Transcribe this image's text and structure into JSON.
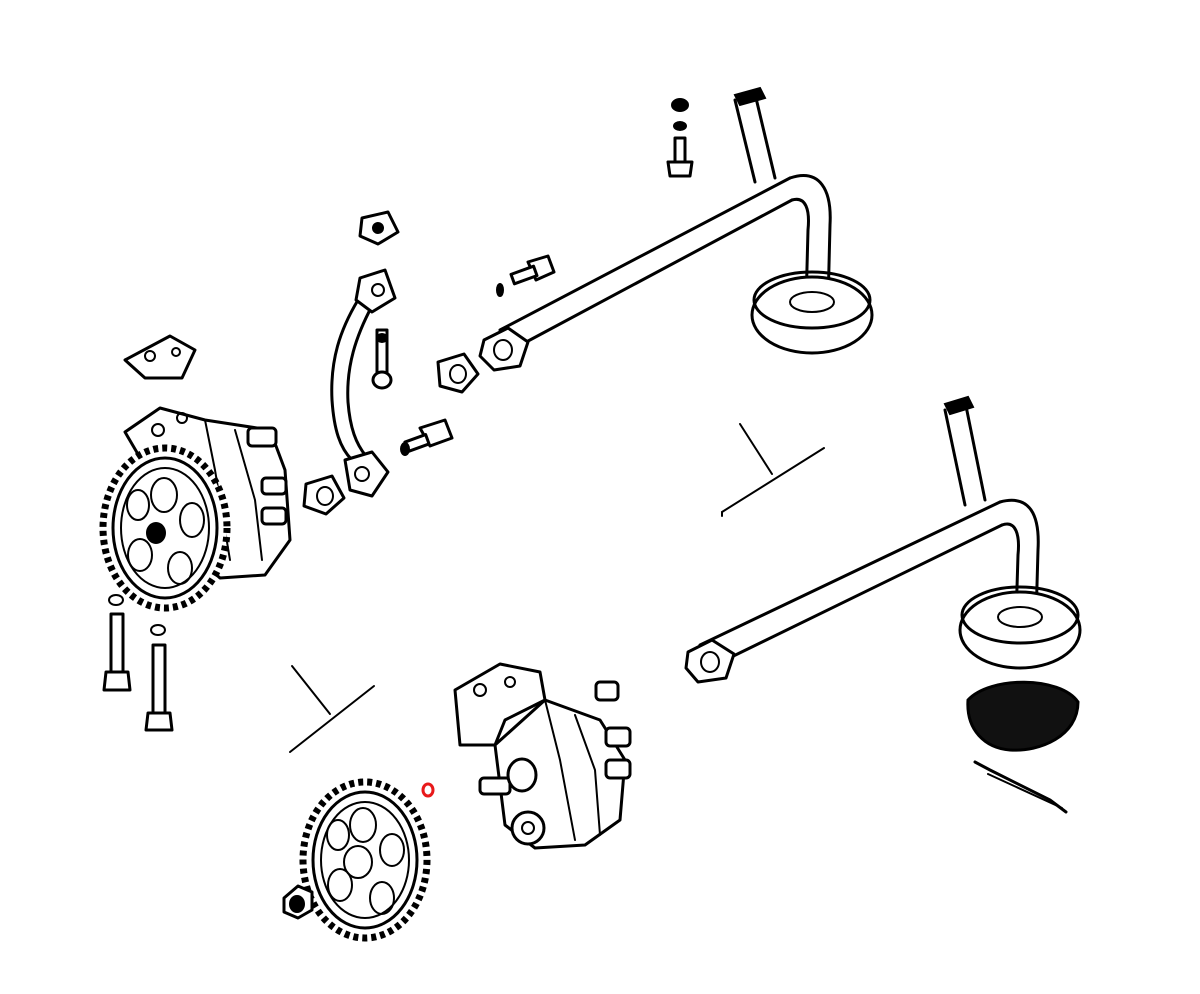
{
  "diagram": {
    "kind": "exploded parts view",
    "colors": {
      "line": "#000000",
      "background": "#ffffff",
      "highlight": "#e8191a"
    },
    "parts": [
      {
        "id": "upper-oil-pump-assembly"
      },
      {
        "id": "upper-pump-drive-gear"
      },
      {
        "id": "upper-pump-cover-plate"
      },
      {
        "id": "upper-pump-mounting-bolts"
      },
      {
        "id": "delivery-pipe"
      },
      {
        "id": "delivery-pipe-gaskets"
      },
      {
        "id": "pipe-flange-bolts"
      },
      {
        "id": "upper-suction-pipe-strainer"
      },
      {
        "id": "lower-suction-pipe-strainer"
      },
      {
        "id": "strainer-screen-disc"
      },
      {
        "id": "retaining-clip"
      },
      {
        "id": "lower-oil-pump-body"
      },
      {
        "id": "lower-pump-drive-gear"
      },
      {
        "id": "gear-retaining-nut"
      },
      {
        "id": "highlighted-o-ring"
      }
    ]
  }
}
